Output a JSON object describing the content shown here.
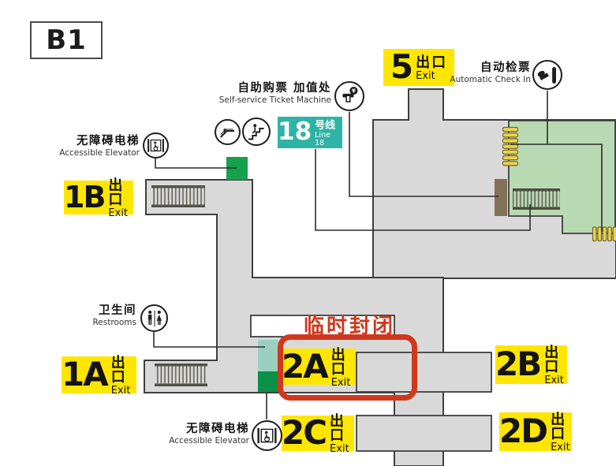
{
  "floor": {
    "label": "B1"
  },
  "line18": {
    "number": "18",
    "name_cn": "号线",
    "name_en": "Line 18"
  },
  "closure": {
    "label": "临时封闭"
  },
  "exits": {
    "e5": {
      "num": "5",
      "cn": "出口",
      "en": "Exit"
    },
    "e1b": {
      "num": "1B",
      "cn": "出口",
      "en": "Exit"
    },
    "e1a": {
      "num": "1A",
      "cn": "出口",
      "en": "Exit"
    },
    "e2a": {
      "num": "2A",
      "cn": "出口",
      "en": "Exit"
    },
    "e2b": {
      "num": "2B",
      "cn": "出口",
      "en": "Exit"
    },
    "e2c": {
      "num": "2C",
      "cn": "出口",
      "en": "Exit"
    },
    "e2d": {
      "num": "2D",
      "cn": "出口",
      "en": "Exit"
    }
  },
  "facilities": {
    "ticket_machine": {
      "cn": "自助购票 加值处",
      "en": "Self-service Ticket Machine"
    },
    "auto_check_in": {
      "cn": "自动检票",
      "en": "Automatic Check In"
    },
    "accessible_elevator_top": {
      "cn": "无障碍电梯",
      "en": "Accessible Elevator"
    },
    "accessible_elevator_bottom": {
      "cn": "无障碍电梯",
      "en": "Accessible Elevator"
    },
    "restrooms": {
      "cn": "卫生间",
      "en": "Restrooms"
    }
  },
  "colors": {
    "exit_badge_yellow": "#ffe600",
    "line18_teal": "#2fb3a6",
    "paid_area_green": "#b9d9b2",
    "elevator_green": "#17a14b",
    "escalator_landing_teal": "#9bcfc0",
    "closure_red": "#d0381d",
    "floor_gray": "#d9d9d9",
    "gate_yellow": "#ead24e",
    "ticket_machine_brown": "#847058"
  }
}
